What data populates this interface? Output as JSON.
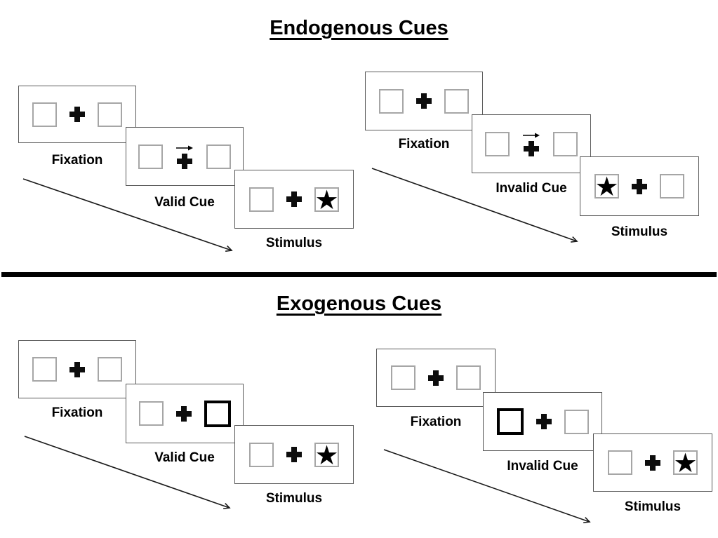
{
  "colors": {
    "background": "#ffffff",
    "panel_border": "#595959",
    "box_border": "#a6a6a6",
    "cue_box_border": "#000000",
    "ink": "#000000"
  },
  "glyphs": {
    "star": "★"
  },
  "endogenous": {
    "title": "Endogenous Cues",
    "valid": {
      "fixation_label": "Fixation",
      "cue_label": "Valid Cue",
      "stimulus_label": "Stimulus"
    },
    "invalid": {
      "fixation_label": "Fixation",
      "cue_label": "Invalid Cue",
      "stimulus_label": "Stimulus"
    }
  },
  "exogenous": {
    "title": "Exogenous Cues",
    "valid": {
      "fixation_label": "Fixation",
      "cue_label": "Valid Cue",
      "stimulus_label": "Stimulus"
    },
    "invalid": {
      "fixation_label": "Fixation",
      "cue_label": "Invalid Cue",
      "stimulus_label": "Stimulus"
    }
  }
}
